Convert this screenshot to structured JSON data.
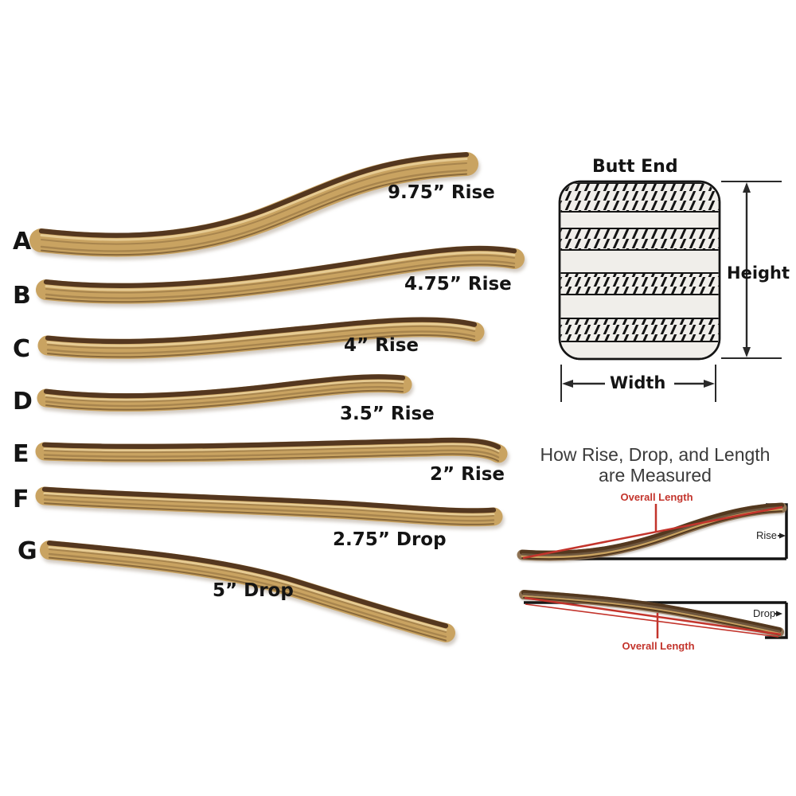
{
  "pieces": [
    {
      "letter": "A",
      "measurement": "9.75” Rise"
    },
    {
      "letter": "B",
      "measurement": "4.75” Rise"
    },
    {
      "letter": "C",
      "measurement": "4” Rise"
    },
    {
      "letter": "D",
      "measurement": "3.5” Rise"
    },
    {
      "letter": "E",
      "measurement": "2” Rise"
    },
    {
      "letter": "F",
      "measurement": "2.75” Drop"
    },
    {
      "letter": "G",
      "measurement": "5” Drop"
    }
  ],
  "butt_end": {
    "title": "Butt End",
    "height_label": "Height",
    "width_label": "Width"
  },
  "measurement_guide": {
    "title_line1": "How Rise, Drop, and Length",
    "title_line2": "are Measured",
    "rise_overall_length_label": "Overall Length",
    "rise_dimension_label": "Rise",
    "drop_overall_length_label": "Overall Length",
    "drop_dimension_label": "Drop"
  },
  "colors": {
    "wood_base": "#c9a361",
    "wood_dark": "#54371f",
    "wood_highlight": "#e6cb93",
    "wood_streak": "#a8854e",
    "wood_edge": "#8a6a3c",
    "guide_wood_base": "#8f7354",
    "guide_wood_dark": "#53381f",
    "guide_wood_streak": "#6e573f",
    "accent_red": "#c3342c",
    "ink": "#141414",
    "title_gray": "#3b3b3b",
    "cross_section_fill": "#f0eeea"
  }
}
